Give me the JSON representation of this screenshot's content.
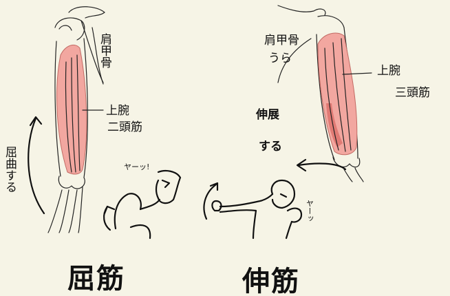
{
  "colors": {
    "background": "#f6f4e6",
    "muscle_fill": "#f2a7a0",
    "muscle_dark": "#e07a74",
    "ink": "#111111"
  },
  "left_panel": {
    "label_scapula": "肩甲骨",
    "label_muscle_line1": "上腕",
    "label_muscle_line2": "二頭筋",
    "label_side_motion": "屈曲する",
    "speech": "ヤーッ!",
    "title": "屈筋"
  },
  "right_panel": {
    "label_scapula_line1": "肩甲骨",
    "label_scapula_line2": "うら",
    "label_muscle_line1": "上腕",
    "label_muscle_line2": "三頭筋",
    "label_motion_line1": "伸展",
    "label_motion_line2": "する",
    "speech": "ヤーッ",
    "title": "伸筋"
  }
}
